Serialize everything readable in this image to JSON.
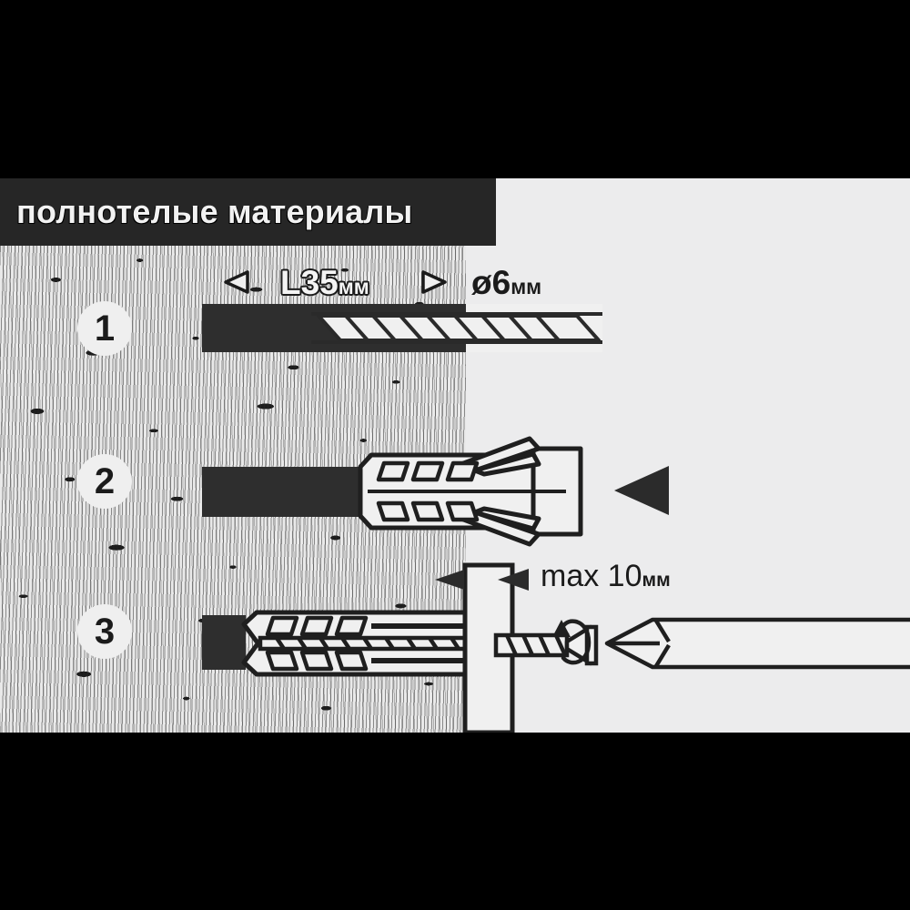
{
  "header": {
    "title": "полнотелые материалы",
    "bar_color": "#262626",
    "text_color": "#f2f2f2"
  },
  "panel": {
    "background": "#ececed",
    "wall_label": "solid material cross-section",
    "wall_color": "#e9e9e9"
  },
  "steps": [
    {
      "number": "1",
      "name": "drill-hole",
      "description": "Drill the hole with a masonry drill bit",
      "labels": {
        "length": {
          "value": "L35",
          "unit": "мм",
          "color": "#f4f4f4"
        },
        "diameter": {
          "value": "ø6",
          "unit": "мм",
          "color": "#1b1b1b"
        }
      },
      "icons": [
        "arrow-left-outline",
        "arrow-right-outline",
        "drill-bit"
      ]
    },
    {
      "number": "2",
      "name": "insert-plug",
      "description": "Push the wall plug into the hole",
      "icons": [
        "wall-plug",
        "arrow-left-solid"
      ]
    },
    {
      "number": "3",
      "name": "drive-screw",
      "description": "Drive the screw to expand the plug",
      "labels": {
        "thickness": {
          "value": "max 10",
          "unit": "мм",
          "color": "#1b1b1b"
        }
      },
      "icons": [
        "wall-plug-expanded",
        "screw",
        "rotation-arrow",
        "screwdriver",
        "arrow-left-solid-small",
        "arrow-left-solid-caret"
      ]
    }
  ]
}
